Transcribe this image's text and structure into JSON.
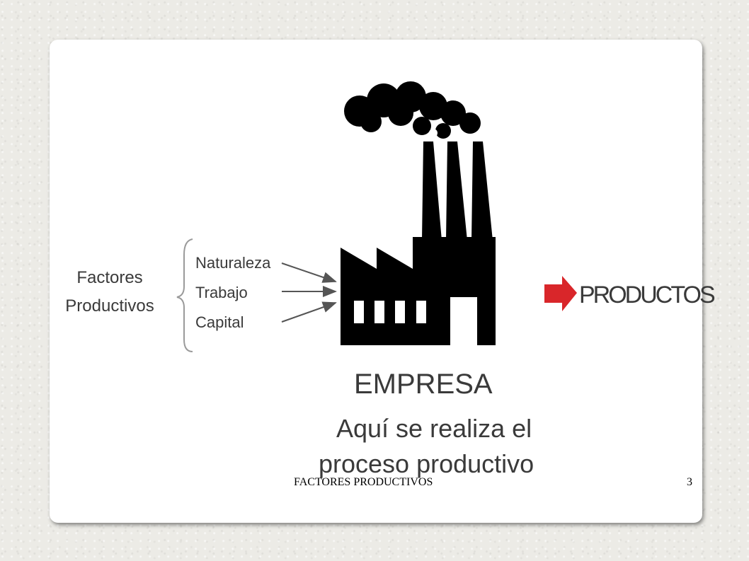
{
  "diagram": {
    "left_label_line1": "Factores",
    "left_label_line2": "Productivos",
    "factors": [
      "Naturaleza",
      "Trabajo",
      "Capital"
    ],
    "company_label": "EMPRESA",
    "description_line1": "Aquí se realiza el",
    "description_line2": "proceso productivo",
    "output_label": "PRODUCTOS",
    "colors": {
      "factory": "#000000",
      "arrow_output": "#d9262a",
      "text": "#3a3a3a",
      "input_arrows": "#555555"
    }
  },
  "footer": {
    "title": "FACTORES PRODUCTIVOS",
    "slide_number": "3"
  },
  "icons": {
    "factory": "factory-icon",
    "output_arrow": "red-arrow-icon"
  }
}
